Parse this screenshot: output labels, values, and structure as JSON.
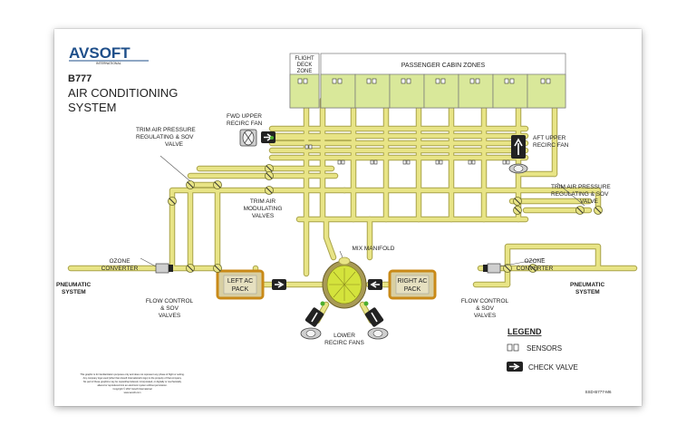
{
  "brand": {
    "name": "AVSOFT",
    "sub": "INTERNATIONAL"
  },
  "title": {
    "model": "B777",
    "line1": "AIR CONDITIONING",
    "line2": "SYSTEM"
  },
  "zones": {
    "flight_deck": [
      "FLIGHT",
      "DECK",
      "ZONE"
    ],
    "passenger": "PASSENGER CABIN ZONES"
  },
  "labels": {
    "fwd_upper_fan": [
      "FWD UPPER",
      "RECIRC FAN"
    ],
    "aft_upper_fan": [
      "AFT UPPER",
      "RECIRC FAN"
    ],
    "trim_prsov_left": [
      "TRIM AIR PRESSURE",
      "REGULATING & SOV",
      "VALVE"
    ],
    "trim_prsov_right": [
      "TRIM AIR PRESSURE",
      "REGULATING & SOV",
      "VALVE"
    ],
    "trim_mod": [
      "TRIM AIR",
      "MODULATING",
      "VALVES"
    ],
    "mix_manifold": "MIX MANIFOLD",
    "ozone_left": [
      "OZONE",
      "CONVERTER"
    ],
    "ozone_right": [
      "OZONE",
      "CONVERTER"
    ],
    "pneu_left": [
      "PNEUMATIC",
      "SYSTEM"
    ],
    "pneu_right": [
      "PNEUMATIC",
      "SYSTEM"
    ],
    "flow_left": [
      "FLOW CONTROL",
      "& SOV",
      "VALVES"
    ],
    "flow_right": [
      "FLOW CONTROL",
      "& SOV",
      "VALVES"
    ],
    "left_pack": [
      "LEFT AC",
      "PACK"
    ],
    "right_pack": [
      "RIGHT AC",
      "PACK"
    ],
    "lower_fans": [
      "LOWER",
      "RECIRC FANS"
    ]
  },
  "legend": {
    "title": "LEGEND",
    "sensors": "SENSORS",
    "check_valve": "CHECK VALVE"
  },
  "doc_code": "SSD-B777-M6",
  "disclaimer": [
    "This graphic is for familiarization purposes only and does not represent any phase of flight or setting.",
    "Any company logo used (other than Avsoft International's logo) is the property of that company.",
    "No part of these graphics may be copied/reproduced, incorporated, or digitally or mechanically",
    "altered or reproduced into an electronic system without permission.",
    "Copyright © 2017 Avsoft International",
    "www.avsoft.com"
  ],
  "colors": {
    "duct": "#e8e486",
    "duct_edge": "#a9a34a",
    "zone": "#d9e89a",
    "pack": "#d8cfa2",
    "pack_border": "#c98a18",
    "manifold": "#d4e33c",
    "arrow_box": "#222222"
  }
}
